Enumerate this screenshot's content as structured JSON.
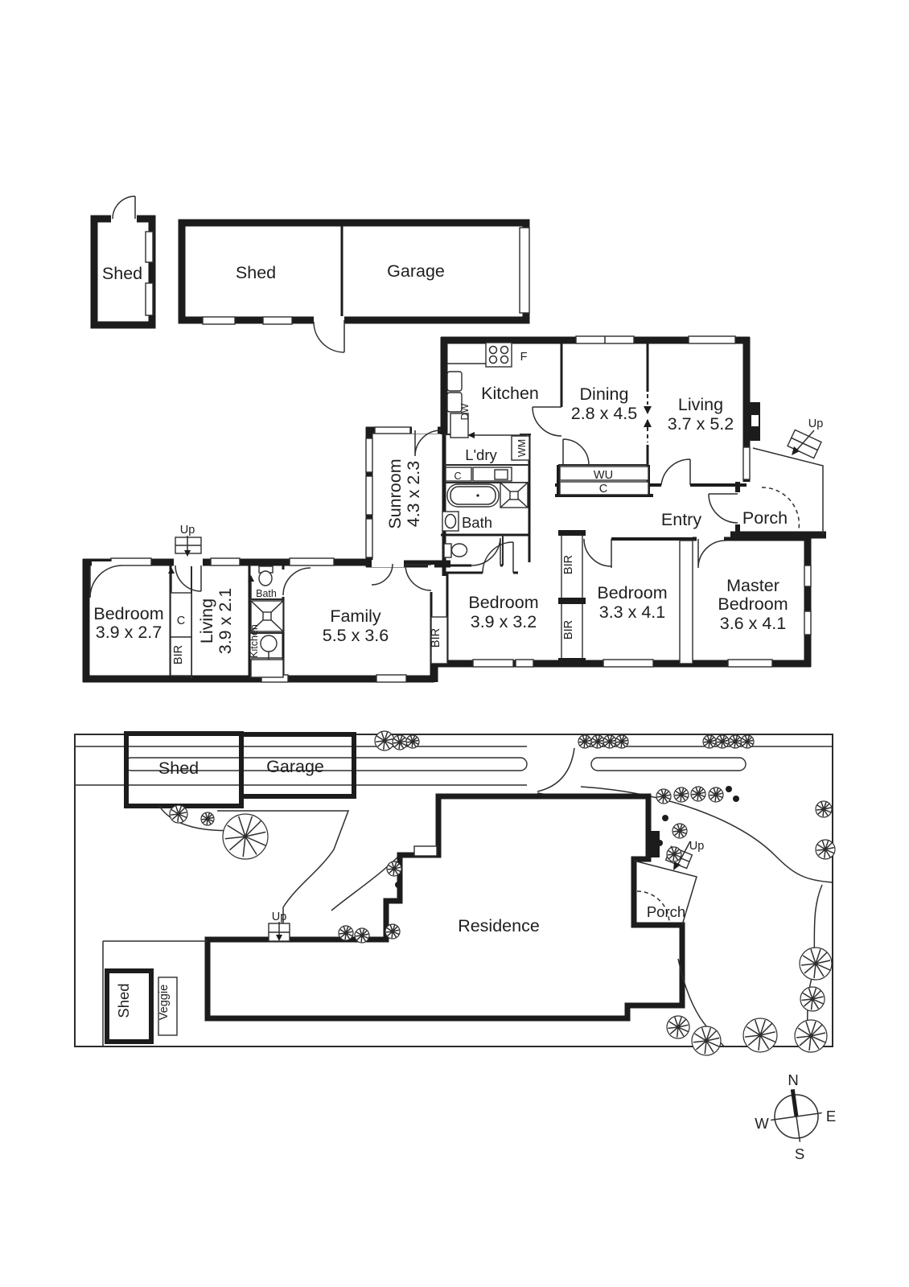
{
  "plan": {
    "outbuildings": {
      "shed_small": "Shed",
      "shed_large": "Shed",
      "garage": "Garage"
    },
    "rooms": {
      "kitchen": "Kitchen",
      "laundry": "L'dry",
      "dining": "Dining",
      "dining_dims": "2.8 x 4.5",
      "living": "Living",
      "living_dims": "3.7 x 5.2",
      "sunroom": "Sunroom",
      "sunroom_dims": "4.3 x 2.3",
      "bath": "Bath",
      "entry": "Entry",
      "porch": "Porch",
      "bedroom1": "Bedroom",
      "bedroom1_dims": "3.9 x 2.7",
      "living2": "Living",
      "living2_dims": "3.9 x 2.1",
      "bath2": "Bath",
      "kitchen2": "Kitchen",
      "family": "Family",
      "family_dims": "5.5 x 3.6",
      "bedroom2": "Bedroom",
      "bedroom2_dims": "3.9 x 3.2",
      "bedroom3": "Bedroom",
      "bedroom3_dims": "3.3 x 4.1",
      "master_line1": "Master",
      "master_line2": "Bedroom",
      "master_dims": "3.6 x 4.1"
    },
    "fixtures": {
      "f": "F",
      "dw": "DW",
      "wm": "WM",
      "wu": "WU",
      "c": "C",
      "bir": "BIR",
      "up": "Up"
    }
  },
  "site": {
    "shed_top": "Shed",
    "garage": "Garage",
    "residence": "Residence",
    "porch": "Porch",
    "shed_bottom": "Shed",
    "veggie": "Veggie",
    "up": "Up"
  },
  "compass": {
    "n": "N",
    "e": "E",
    "s": "S",
    "w": "W"
  },
  "colors": {
    "wall": "#1c1c1c",
    "line": "#2e2e2e",
    "background": "#ffffff"
  }
}
